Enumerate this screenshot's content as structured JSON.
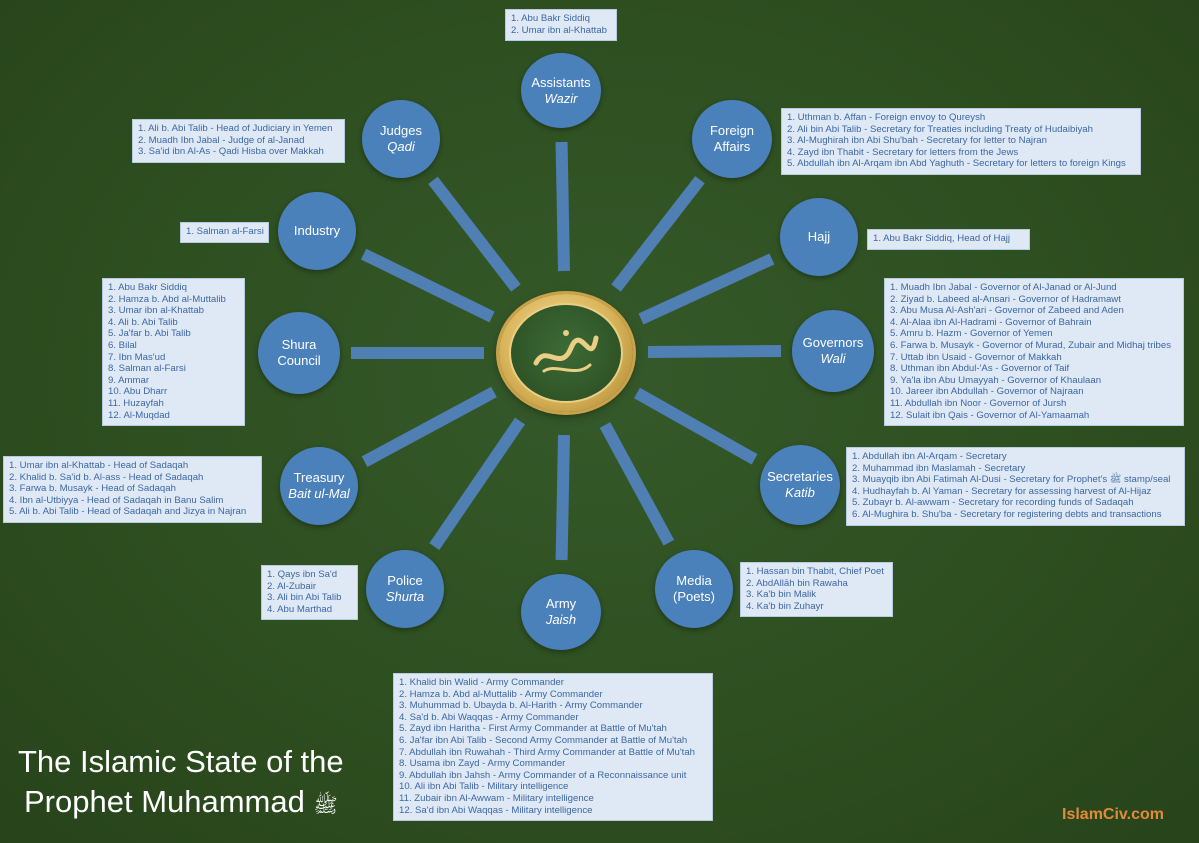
{
  "title": {
    "line1": "The Islamic State of the",
    "line2": "Prophet Muhammad"
  },
  "brand": "IslamCiv.com",
  "colors": {
    "background": "#2e4f20",
    "node": "#4a81bb",
    "spoke": "#4f7fb3",
    "box": "#dfe9f5",
    "box_text": "#3c67a3",
    "gold": "#d9b45a",
    "brand": "#e08a3a"
  },
  "center": {
    "icon": "muhammad-calligraphy-emblem"
  },
  "nodes": {
    "assistants": {
      "label": "Assistants",
      "sub": "Wazir",
      "items": [
        "1. Abu Bakr Siddiq",
        "2. Umar ibn al-Khattab"
      ]
    },
    "foreign": {
      "label": "Foreign Affairs",
      "sub": "",
      "items": [
        "1. Uthman b. Affan - Foreign envoy to Qureysh",
        "2. Ali bin Abi Talib - Secretary for Treaties including Treaty of Hudaibiyah",
        "3. Al-Mughirah ibn Abi Shu'bah - Secretary for letter to Najran",
        "4. Zayd ibn Thabit - Secretary for letters from the Jews",
        "5. Abdullah ibn Al-Arqam ibn Abd Yaghuth - Secretary for letters to foreign Kings"
      ]
    },
    "hajj": {
      "label": "Hajj",
      "sub": "",
      "items": [
        "1. Abu Bakr Siddiq, Head of Hajj"
      ]
    },
    "governors": {
      "label": "Governors",
      "sub": "Wali",
      "items": [
        "1. Muadh Ibn Jabal - Governor of Al-Janad or Al-Jund",
        "2. Ziyad b. Labeed al-Ansari - Governor of Hadramawt",
        "3. Abu Musa Al-Ash'ari - Governor of Zabeed and Aden",
        "4. Al-Alaa ibn Al-Hadrami - Governor of Bahrain",
        "5. Amru b. Hazm - Governor of Yemen",
        "6. Farwa b. Musayk - Governor of Murad, Zubair and Midhaj tribes",
        "7. Uttab ibn Usaid - Governor of Makkah",
        "8. Uthman ibn Abdul-'As - Governor of Taif",
        "9. Ya'la ibn Abu Umayyah - Governor of Khaulaan",
        "10. Jareer ibn Abdullah - Governor of Najraan",
        "11. Abdullah ibn Noor - Governor of Jursh",
        "12. Sulait ibn Qais - Governor of Al-Yamaamah"
      ]
    },
    "secretaries": {
      "label": "Secretaries",
      "sub": "Katib",
      "items": [
        "1. Abdullah ibn Al-Arqam - Secretary",
        "2. Muhammad ibn Maslamah - Secretary",
        "3. Muayqib ibn Abi Fatimah Al-Dusi - Secretary for Prophet's ﷺ stamp/seal",
        "4. Hudhayfah b. Al Yaman - Secretary for assessing harvest of Al-Hijaz",
        "5. Zubayr b. Al-awwam - Secretary for recording funds of Sadaqah",
        "6. Al-Mughira b. Shu'ba - Secretary for registering debts and transactions"
      ]
    },
    "media": {
      "label": "Media",
      "sub": "(Poets)",
      "items": [
        "1. Hassan bin Thabit, Chief Poet",
        "2. AbdAllāh bin Rawaha",
        "3. Ka'b bin Malik",
        "4. Ka'b bin Zuhayr"
      ]
    },
    "army": {
      "label": "Army",
      "sub": "Jaish",
      "items": [
        "1. Khalid bin Walid - Army Commander",
        "2. Hamza b. Abd al-Muttalib - Army Commander",
        "3. Muhummad b. Ubayda b. Al-Harith - Army Commander",
        "4. Sa'd b. Abi Waqqas - Army Commander",
        "5. Zayd ibn Haritha - First Army Commander at Battle of Mu'tah",
        "6. Ja'far ibn Abi Talib - Second Army Commander at Battle of Mu'tah",
        "7. Abdullah ibn Ruwahah - Third Army Commander at Battle of Mu'tah",
        "8. Usama ibn Zayd - Army Commander",
        "9. Abdullah ibn Jahsh - Army Commander of a Reconnaissance unit",
        "10. Ali ibn Abi Talib - Military intelligence",
        "11. Zubair ibn Al-Awwam - Military intelligence",
        "12. Sa'd ibn Abi Waqqas - Military intelligence"
      ]
    },
    "police": {
      "label": "Police",
      "sub": "Shurta",
      "items": [
        "1. Qays ibn Sa'd",
        "2. Al-Zubair",
        "3. Ali bin Abi Talib",
        "4. Abu Marthad"
      ]
    },
    "treasury": {
      "label": "Treasury",
      "sub": "Bait ul-Mal",
      "items": [
        "1. Umar ibn al-Khattab - Head of Sadaqah",
        "2. Khalid b. Sa'id b. Al-ass - Head of Sadaqah",
        "3. Farwa b. Musayk - Head of Sadaqah",
        "4. Ibn al-Utbiyya - Head of Sadaqah in Banu Salim",
        "5. Ali b. Abi Talib - Head of Sadaqah and Jizya in Najran"
      ]
    },
    "shura": {
      "label": "Shura Council",
      "sub": "",
      "items": [
        "1. Abu Bakr Siddiq",
        "2. Hamza b. Abd al-Muttalib",
        "3. Umar ibn al-Khattab",
        "4. Ali b. Abi Talib",
        "5. Ja'far b. Abi Talib",
        "6. Bilal",
        "7. Ibn Mas'ud",
        "8. Salman al-Farsi",
        "9. Ammar",
        "10. Abu Dharr",
        "11. Huzayfah",
        "12. Al-Muqdad"
      ]
    },
    "industry": {
      "label": "Industry",
      "sub": "",
      "items": [
        "1. Salman al-Farsi"
      ]
    },
    "judges": {
      "label": "Judges",
      "sub": "Qadi",
      "items": [
        "1. Ali b. Abi Talib - Head of Judiciary in Yemen",
        "2. Muadh Ibn Jabal - Judge of al-Janad",
        "3. Sa'id ibn Al-As - Qadi Hisba over Makkah"
      ]
    }
  }
}
